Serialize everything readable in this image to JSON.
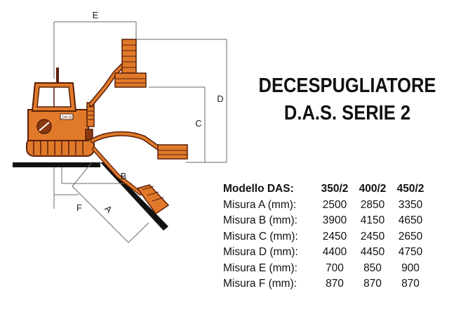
{
  "title": {
    "line1": "DECESPUGLIATORE",
    "line2": "D.A.S. SERIE 2"
  },
  "diagram_labels": {
    "e": "E",
    "d": "D",
    "c": "C",
    "b": "B",
    "a": "A",
    "f": "F",
    "machine_plate": "LDH 50"
  },
  "table": {
    "header": {
      "label": "Modello DAS:",
      "models": [
        "350/2",
        "400/2",
        "450/2"
      ]
    },
    "rows": [
      {
        "label": "Misura A (mm):",
        "values": [
          "2500",
          "2850",
          "3350"
        ]
      },
      {
        "label": "Misura B (mm):",
        "values": [
          "3900",
          "4150",
          "4650"
        ]
      },
      {
        "label": "Misura C (mm):",
        "values": [
          "2450",
          "2450",
          "2650"
        ]
      },
      {
        "label": "Misura D (mm):",
        "values": [
          "4400",
          "4450",
          "4750"
        ]
      },
      {
        "label": "Misura E (mm):",
        "values": [
          "700",
          "850",
          "900"
        ]
      },
      {
        "label": "Misura F (mm):",
        "values": [
          "870",
          "870",
          "870"
        ]
      }
    ]
  },
  "colors": {
    "machine_orange": "#e07a2a",
    "machine_dark": "#8a3a10",
    "outline": "#5a1e08",
    "ground": "#111111"
  }
}
